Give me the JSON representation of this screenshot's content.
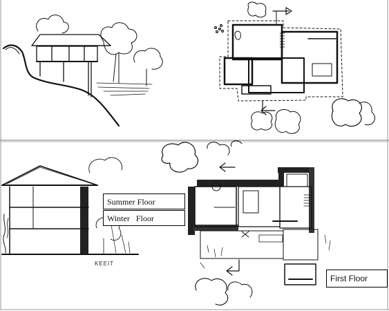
{
  "labels": {
    "summer_floor": "Summer Floor",
    "winter_floor": "Winter   Floor",
    "first_floor": "First Floor",
    "sketch_caption": "KEEIT"
  }
}
